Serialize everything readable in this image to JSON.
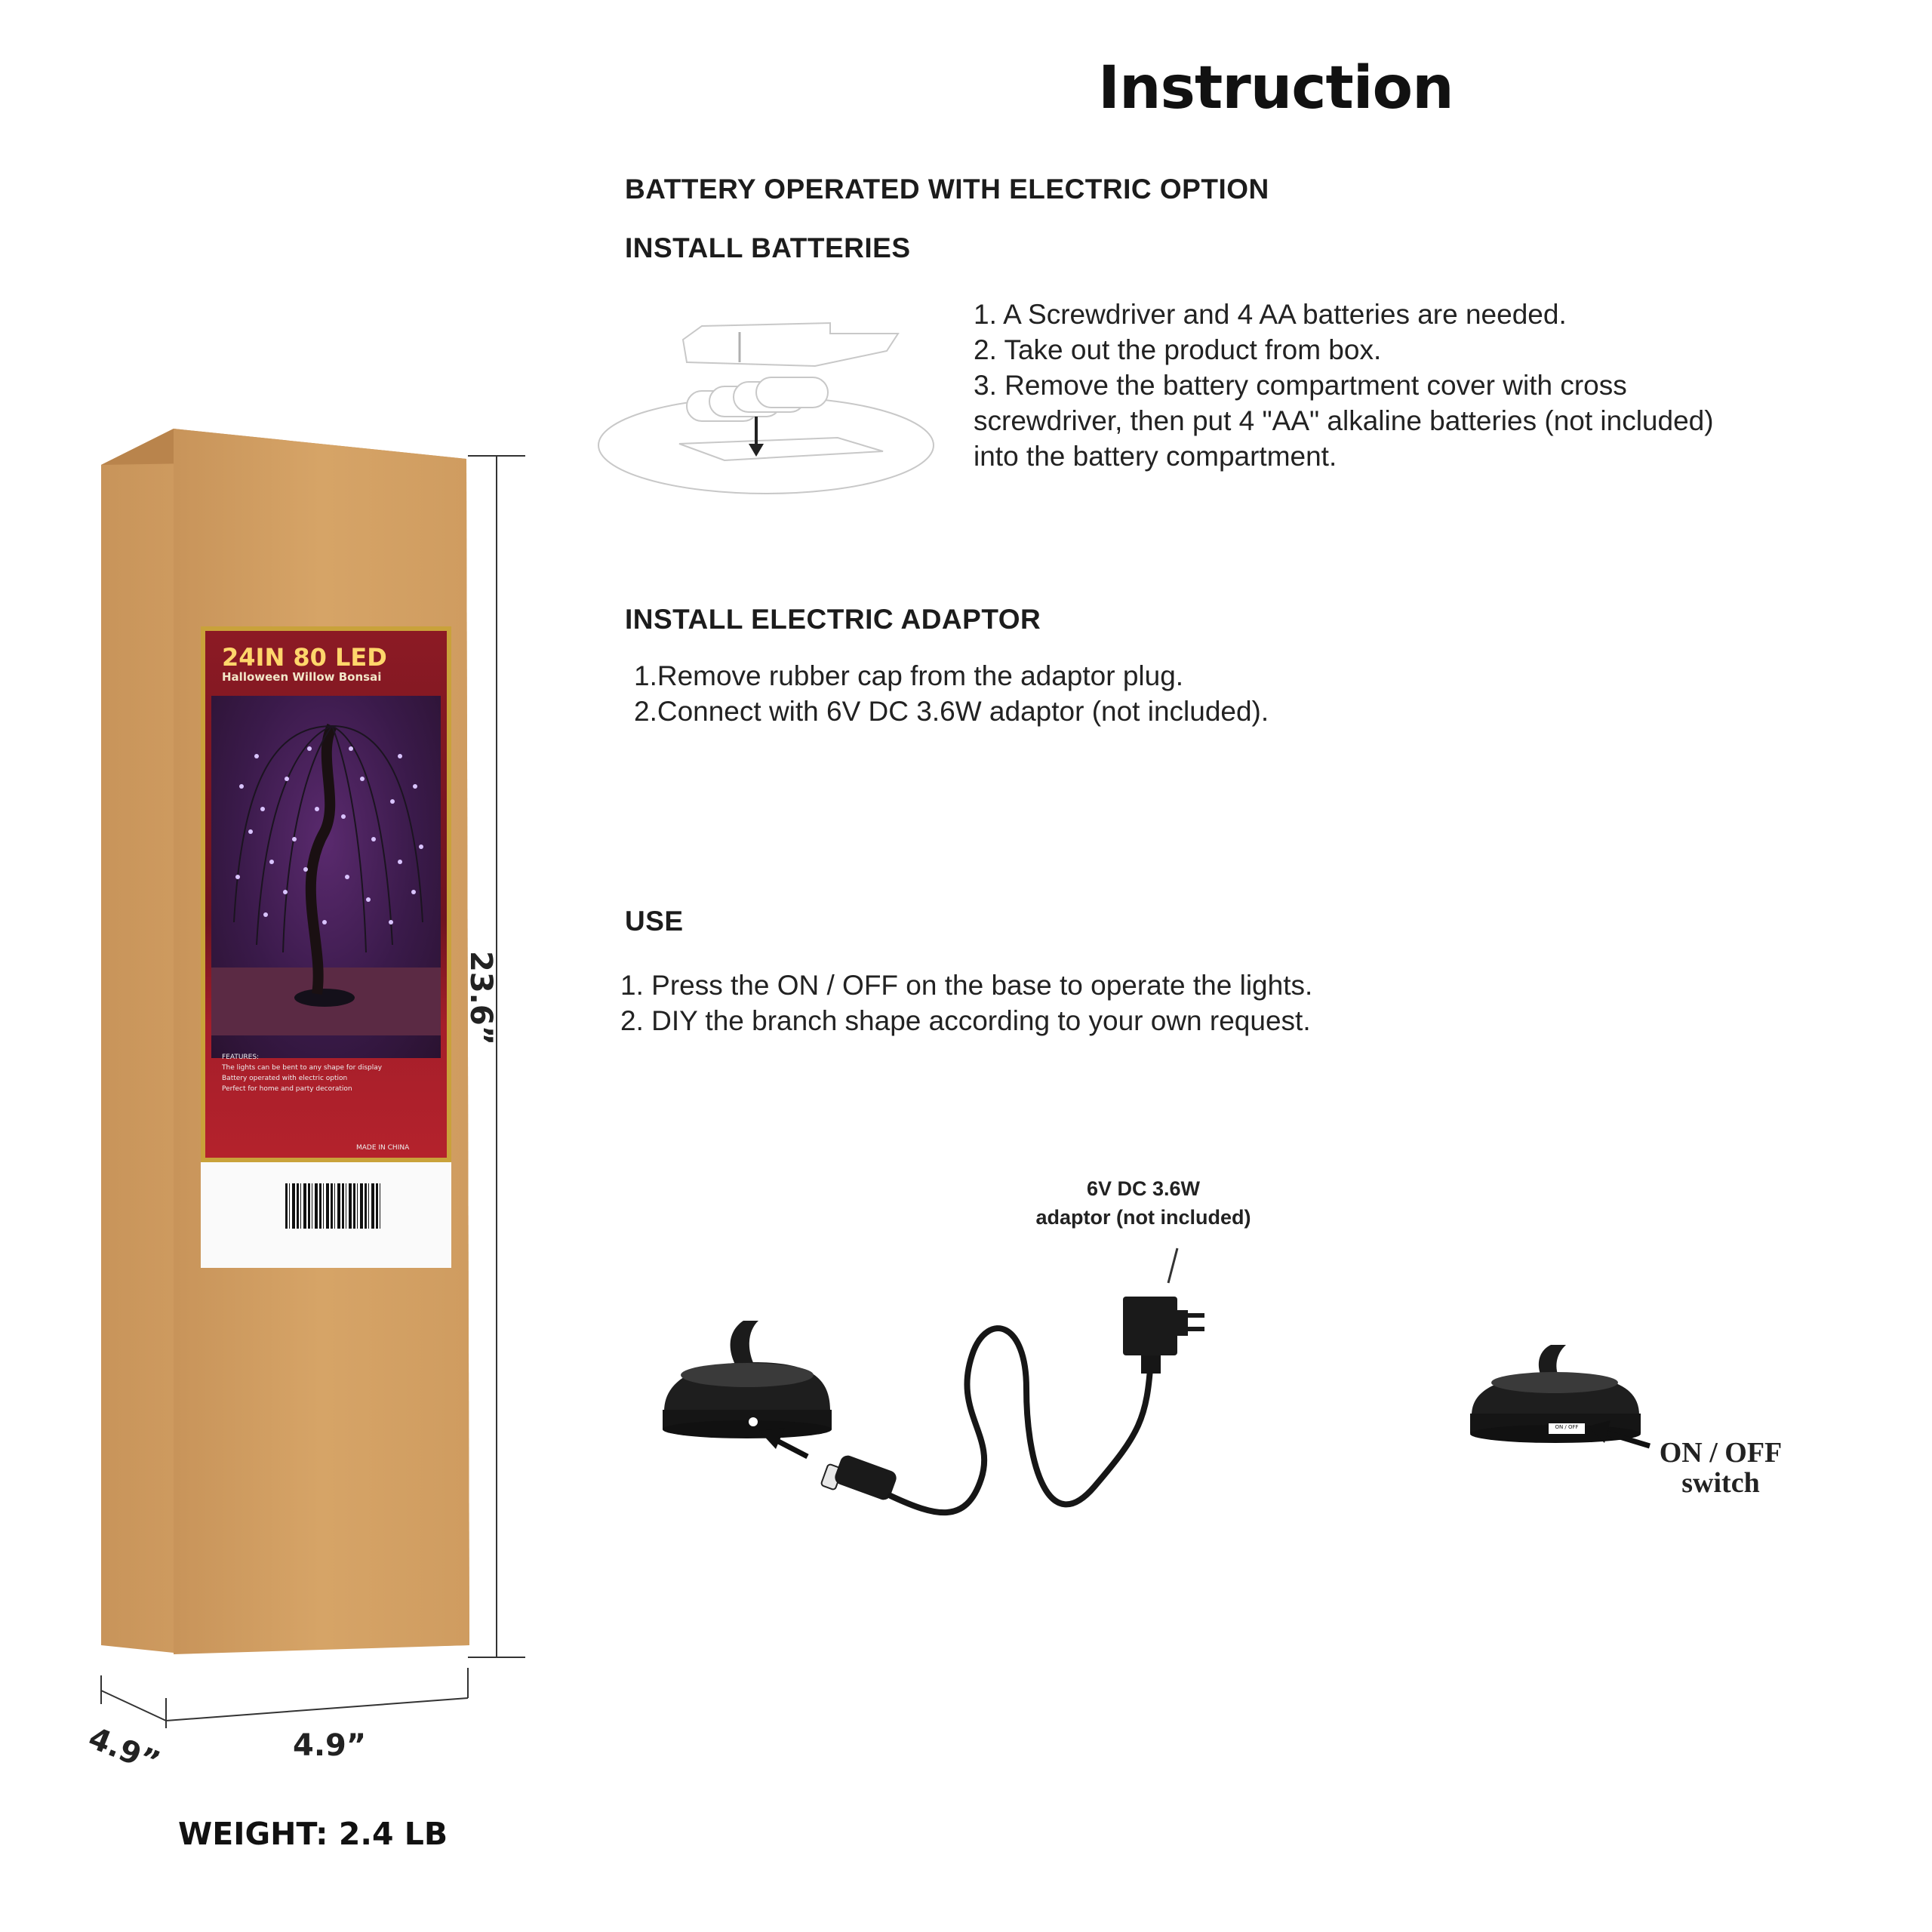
{
  "page_title": "Instruction",
  "battery_section": {
    "heading": "BATTERY OPERATED WITH ELECTRIC OPTION",
    "subheading": "INSTALL BATTERIES",
    "steps": [
      "1. A Screwdriver and 4 AA batteries are needed.",
      "2. Take out the product from box.",
      "3. Remove the battery compartment cover with cross",
      "screwdriver, then put 4 \"AA\" alkaline batteries (not included)",
      "into the battery compartment."
    ]
  },
  "adaptor_section": {
    "heading": "INSTALL ELECTRIC ADAPTOR",
    "steps": [
      "1.Remove rubber cap from the adaptor plug.",
      "2.Connect with 6V DC 3.6W adaptor (not included)."
    ]
  },
  "use_section": {
    "heading": "USE",
    "steps": [
      "1. Press the ON / OFF on the base to operate the lights.",
      "2. DIY the branch shape according to your own request."
    ]
  },
  "diagram": {
    "adaptor_label_1": "6V DC 3.6W",
    "adaptor_label_2": "adaptor (not included)",
    "switch_label_1": "ON / OFF",
    "switch_label_2": "switch",
    "switch_tag": "ON / OFF"
  },
  "box": {
    "height_label": "23.6”",
    "width_label": "4.9”",
    "depth_label": "4.9”",
    "weight": "WEIGHT: 2.4 LB",
    "product_label_line1": "24IN 80 LED",
    "product_label_line2": "Halloween Willow Bonsai",
    "made_in": "MADE IN CHINA"
  },
  "colors": {
    "box_kraft": "#d3a063",
    "label_red": "#8c1a24",
    "label_gold": "#c9a23a",
    "led_purple": "#c9a6ff"
  }
}
